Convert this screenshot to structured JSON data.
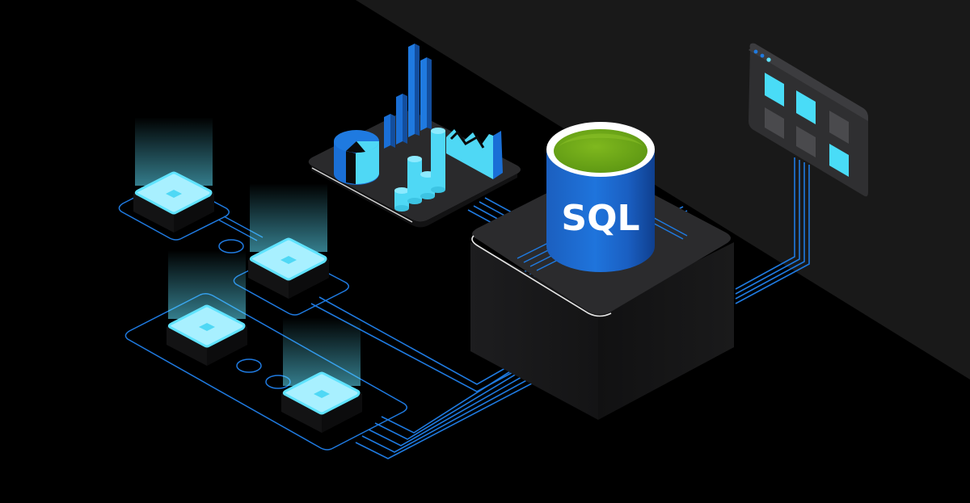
{
  "scene": {
    "title": "SQL database illustration",
    "background": {
      "dark": "#000000",
      "panel": "#191919"
    },
    "colors": {
      "circuit_line": "#1f7ae0",
      "glow_cyan": "#5fe3ff",
      "node_face": "#a8f0ff",
      "cylinder_blue": "#1663c7",
      "cylinder_blue_light": "#2a86e8",
      "cylinder_top_green": "#6aa517",
      "cylinder_rim": "#ffffff",
      "platform_top": "#2a2a2c",
      "platform_side": "#161617",
      "chart_blue": "#1a6fd6",
      "chart_cyan": "#4fd8f5",
      "window_frame": "#3a3a3d",
      "tile_active": "#49dcf7",
      "tile_inactive": "#4a4a4d"
    }
  },
  "database": {
    "label": "SQL"
  },
  "nodes": [
    {
      "id": "node-1"
    },
    {
      "id": "node-2"
    },
    {
      "id": "node-3"
    },
    {
      "id": "node-4"
    }
  ],
  "dashboard": {
    "window_dots": 3,
    "tiles": [
      "active",
      "active",
      "inactive",
      "inactive",
      "inactive",
      "active",
      "inactive"
    ]
  },
  "analytics": {
    "elements": [
      "pie-chart",
      "bar-chart",
      "cylinder-bar-chart",
      "area-chart"
    ]
  }
}
